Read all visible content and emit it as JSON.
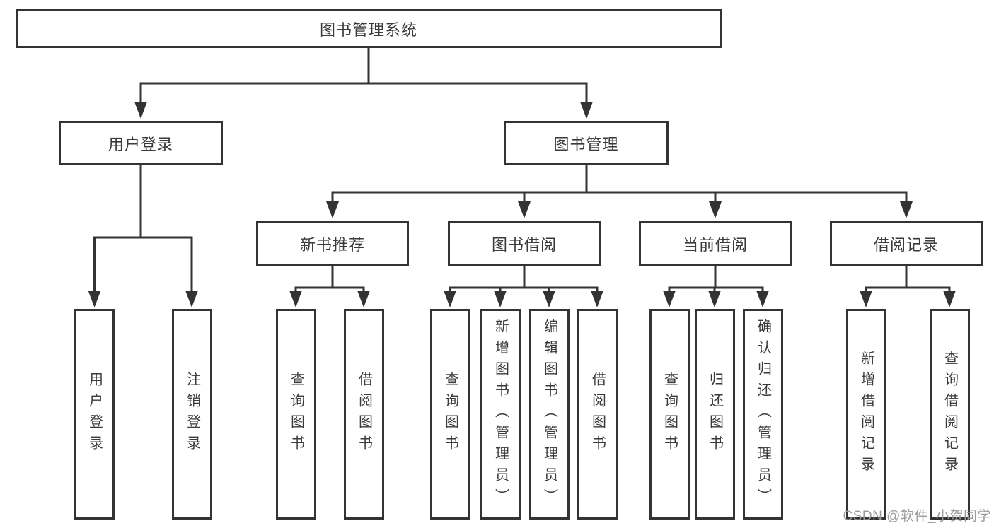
{
  "style": {
    "ink_color": "#3a3a3a",
    "line_color": "#333333",
    "background": "#ffffff"
  },
  "tree": {
    "root": {
      "label": "图书管理系统",
      "children": [
        {
          "label": "用户登录",
          "children": [
            {
              "label": "用户登录"
            },
            {
              "label": "注销登录"
            }
          ]
        },
        {
          "label": "图书管理",
          "children": [
            {
              "label": "新书推荐",
              "children": [
                {
                  "label": "查询图书"
                },
                {
                  "label": "借阅图书"
                }
              ]
            },
            {
              "label": "图书借阅",
              "children": [
                {
                  "label": "查询图书"
                },
                {
                  "label": "新增图书（管理员）"
                },
                {
                  "label": "编辑图书（管理员）"
                },
                {
                  "label": "借阅图书"
                }
              ]
            },
            {
              "label": "当前借阅",
              "children": [
                {
                  "label": "查询图书"
                },
                {
                  "label": "归还图书"
                },
                {
                  "label": "确认归还（管理员）"
                }
              ]
            },
            {
              "label": "借阅记录",
              "children": [
                {
                  "label": "新增借阅记录"
                },
                {
                  "label": "查询借阅记录"
                }
              ]
            }
          ]
        }
      ]
    }
  },
  "watermark": {
    "text": "CSDN @软件_小贺同学",
    "color": "#9b9b9b"
  }
}
